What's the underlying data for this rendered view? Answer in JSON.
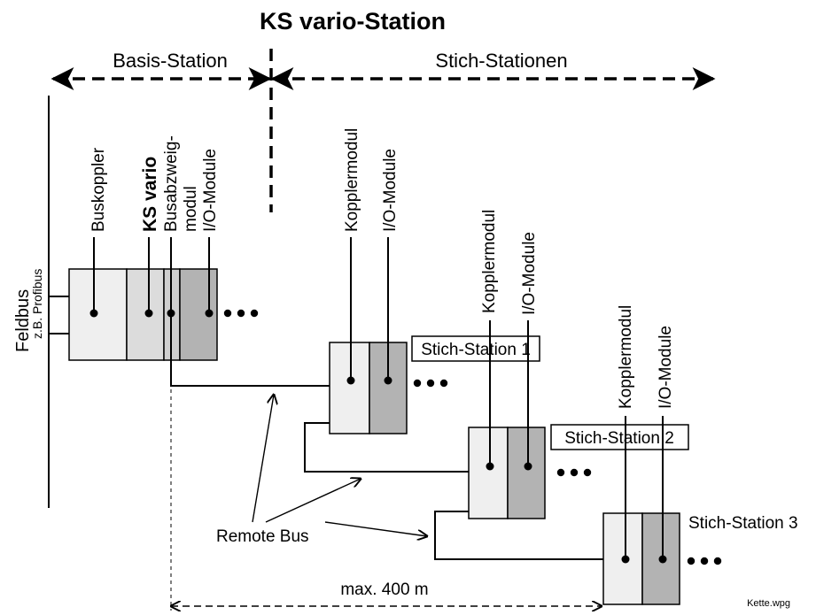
{
  "title": "KS vario-Station",
  "labels": {
    "basis_station": "Basis-Station",
    "stich_stationen": "Stich-Stationen",
    "feldbus": "Feldbus",
    "profibus": "z.B. Profibus",
    "buskoppler": "Buskoppler",
    "ks_vario": "KS vario",
    "busabzweig": "Busabzweig-",
    "modul": "modul",
    "io_module_base": "I/O-Module",
    "kopplermodul_1": "Kopplermodul",
    "io_module_1": "I/O-Module",
    "kopplermodul_2": "Kopplermodul",
    "io_module_2": "I/O-Module",
    "kopplermodul_3": "Kopplermodul",
    "io_module_3": "I/O-Module",
    "stich_station_1": "Stich-Station 1",
    "stich_station_2": "Stich-Station 2",
    "stich_station_3": "Stich-Station 3",
    "remote_bus": "Remote Bus",
    "max_distance": "max. 400 m",
    "file_name": "Kette.wpg"
  },
  "colors": {
    "module_light": "#efefef",
    "module_mid": "#dcdcdc",
    "module_dark": "#b3b3b3",
    "line": "#000000",
    "background": "#ffffff"
  }
}
